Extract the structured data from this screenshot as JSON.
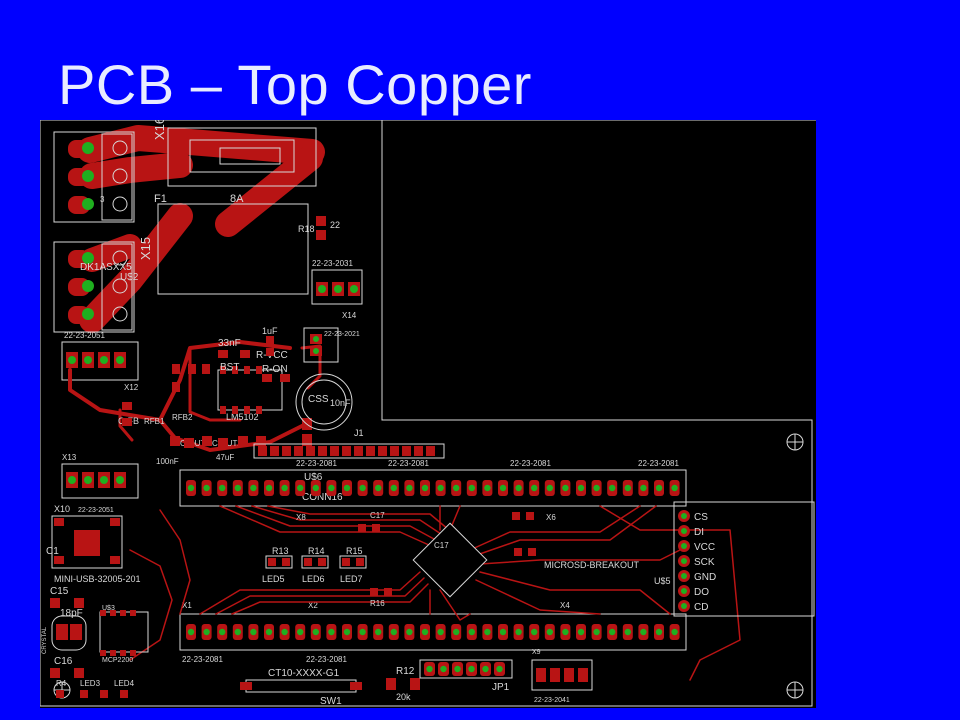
{
  "slide": {
    "title": "PCB – Top Copper"
  },
  "colors": {
    "background": "#0000FF",
    "board": "#000000",
    "copper": "#B81414",
    "via": "#1FAF1F",
    "silkscreen": "#D8D8D8"
  },
  "labels": {
    "x16": "X16",
    "f1": "F1",
    "f1v": "8A",
    "x15": "X15",
    "x15a": "DK1ASXX5",
    "us2": "U$2",
    "r18": "R18",
    "r18v": "22",
    "x14a": "22-23-2031",
    "x14": "X14",
    "x12a": "22-23-2051",
    "x12": "X12",
    "c33": "33nF",
    "bst": "BST",
    "uf1": "1uF",
    "rvcc": "R-VCC",
    "ron": "R-ON",
    "lm": "LM5102",
    "css": "CSS",
    "css2": "10nF",
    "cfb": "C-FB",
    "rfb": "RFB1",
    "rfb2": "RFB2",
    "cout": "C-OUT3",
    "cout2": "C-OUT2",
    "c100": "100nF",
    "c47": "47uF",
    "j1": "J1",
    "x21": "22-23-2021",
    "x13": "X13",
    "us6": "U$6",
    "conn": "CONN16",
    "x20812": "22-23-2081",
    "x20813": "22-23-2081",
    "x20814": "22-23-2081",
    "x10": "X10",
    "x10a": "22-23-2051",
    "c17": "C17",
    "x8": "X8",
    "x6": "X6",
    "c1": "C1",
    "led5": "LED5",
    "led6": "LED6",
    "led7": "LED7",
    "r13": "R13",
    "r14": "R14",
    "r15": "R15",
    "usb": "MINI-USB-32005-201",
    "micro": "MICROSD-BREAKOUT",
    "us5": "U$5",
    "cs": "CS",
    "di": "DI",
    "vcc": "VCC",
    "sck": "SCK",
    "gnd": "GND",
    "do": "DO",
    "cd": "CD",
    "c15": "C15",
    "c15v": "18pF",
    "c16": "C16",
    "x1": "X1",
    "x2": "X2",
    "x4": "X4",
    "r16": "R16",
    "crystal": "CRYSTAL",
    "mcp": "MCP2200",
    "us3": "U$3",
    "x20811": "22-23-2081",
    "x20815": "22-23-2081",
    "x20816": "22-23-2081",
    "ct10": "CT10-XXXX-G1",
    "sw1": "SW1",
    "r12": "R12",
    "r12v": "20k",
    "jp1": "JP1",
    "x2041": "22-23-2041",
    "x9": "X9",
    "r4": "R4",
    "led3": "LED3",
    "led4": "LED4"
  }
}
